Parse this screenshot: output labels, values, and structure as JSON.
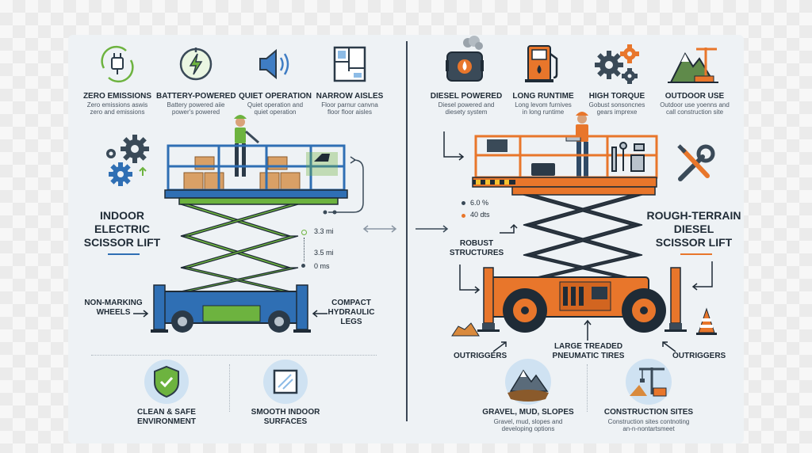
{
  "left": {
    "features": [
      {
        "title": "ZERO EMISSIONS",
        "sub1": "Zero emissions aswis",
        "sub2": "zero and emissions",
        "icon": "plug-icon"
      },
      {
        "title": "BATTERY-POWERED",
        "sub1": "Battery powered aiie",
        "sub2": "power's powered",
        "icon": "battery-power-icon"
      },
      {
        "title": "QUIET OPERATION",
        "sub1": "Quiet operation and",
        "sub2": "quiet operation",
        "icon": "speaker-icon"
      },
      {
        "title": "NARROW AISLES",
        "sub1": "Floor parnur canvna",
        "sub2": "floor  floor aisles",
        "icon": "floor-plan-icon"
      }
    ],
    "heading": [
      "INDOOR",
      "ELECTRIC",
      "SCISSOR LIFT"
    ],
    "measures": [
      "3.3 mi",
      "3.5 mi",
      "0 ms"
    ],
    "label_wheels": [
      "NON-MARKING",
      "WHEELS"
    ],
    "label_legs": [
      "COMPACT",
      "HYDRAULIC",
      "LEGS"
    ],
    "bottom": [
      {
        "title": [
          "CLEAN & SAFE",
          "ENVIRONMENT"
        ],
        "icon": "shield-check-icon"
      },
      {
        "title": [
          "SMOOTH INDOOR",
          "SURFACES"
        ],
        "icon": "smooth-surface-icon"
      }
    ],
    "colors": {
      "platform": "#2f6fb4",
      "scissor": "#6db33f",
      "base": "#2f6fb4"
    }
  },
  "right": {
    "features": [
      {
        "title": "DIESEL POWERED",
        "sub1": "Diesel powered and",
        "sub2": "diesety system",
        "icon": "fuel-tank-icon"
      },
      {
        "title": "LONG RUNTIME",
        "sub1": "Long levom furnives",
        "sub2": "in long runtime",
        "icon": "fuel-pump-icon"
      },
      {
        "title": "HIGH TORQUE",
        "sub1": "Gobust sonsoncnes",
        "sub2": "gears imprexe",
        "icon": "gears-icon"
      },
      {
        "title": "OUTDOOR USE",
        "sub1": "Outdoor use yoenns and",
        "sub2": "call construction site",
        "icon": "mountain-crane-icon"
      }
    ],
    "stats": [
      "6.0 %",
      "40 dts"
    ],
    "label_robust": [
      "ROBUST",
      "STRUCTURES"
    ],
    "heading": [
      "ROUGH-TERRAIN",
      "DIESEL",
      "SCISSOR LIFT"
    ],
    "label_outriggers_left": "OUTRIGGERS",
    "label_tires": [
      "LARGE TREADED",
      "PNEUMATIC TIRES"
    ],
    "label_outriggers_right": "OUTRIGGERS",
    "bottom": [
      {
        "title": "GRAVEL, MUD, SLOPES",
        "sub1": "Gravel, mud, slopes and",
        "sub2": "developing options",
        "icon": "terrain-icon"
      },
      {
        "title": "CONSTRUCTION SITES",
        "sub1": "Construction sites contnoting",
        "sub2": "an-n-nontartsmeet",
        "icon": "construction-crane-icon"
      }
    ],
    "colors": {
      "platform": "#e8762b",
      "scissor": "#2d3640",
      "base": "#e8762b"
    }
  }
}
